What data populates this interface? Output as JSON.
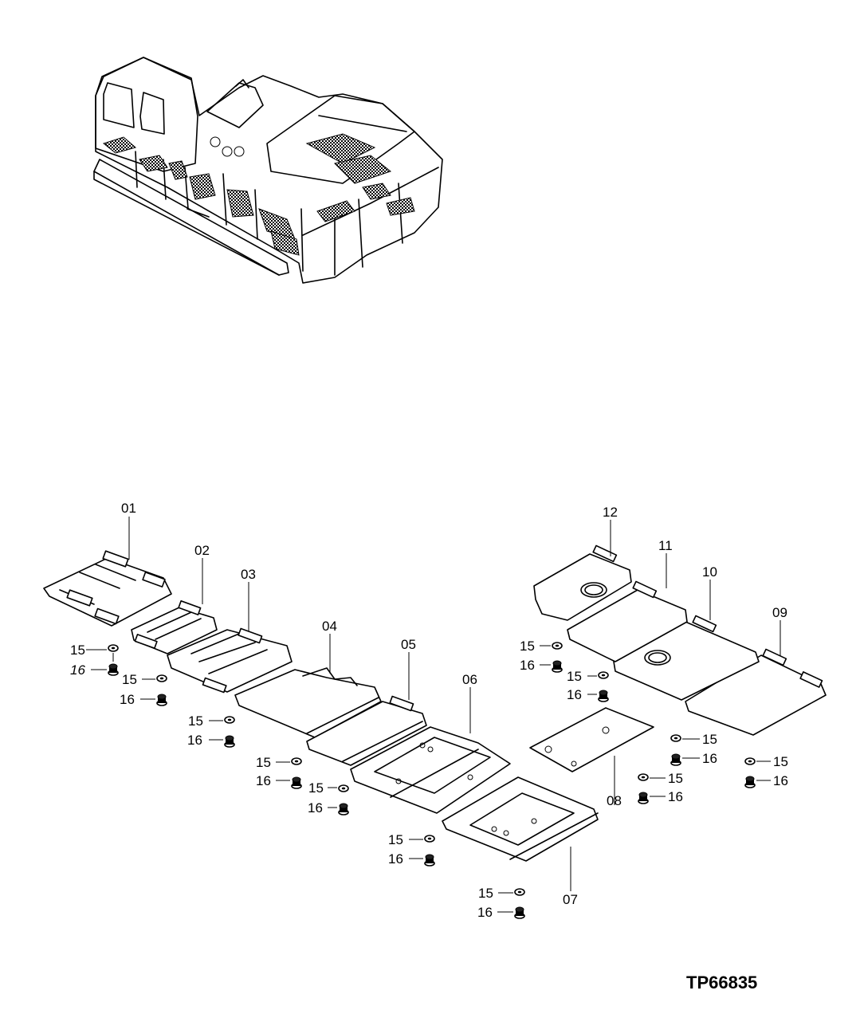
{
  "drawing_code": "TP66835",
  "parts": {
    "p01": "01",
    "p02": "02",
    "p03": "03",
    "p04": "04",
    "p05": "05",
    "p06": "06",
    "p07": "07",
    "p08": "08",
    "p09": "09",
    "p10": "10",
    "p11": "11",
    "p12": "12",
    "washer": "15",
    "bolt": "16"
  }
}
